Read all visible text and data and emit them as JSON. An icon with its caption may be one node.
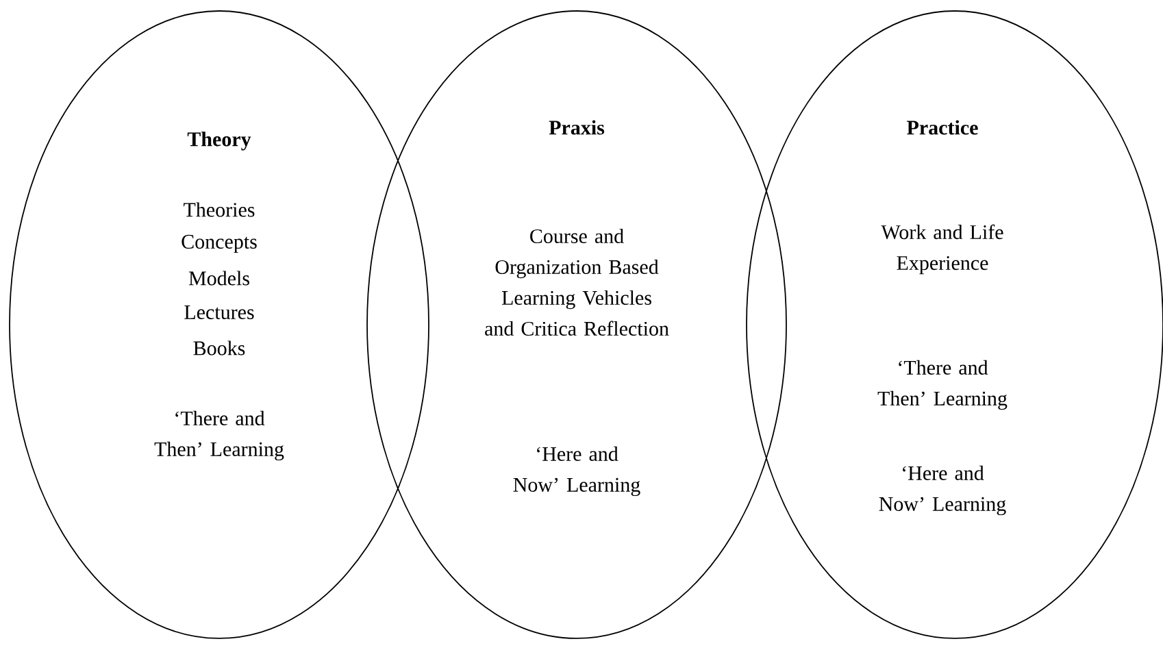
{
  "diagram": {
    "nodes": [
      {
        "text": [
          "Theory",
          "Theories",
          "Concepts",
          "Models",
          "Lectures",
          "Books",
          "‘There and Then’ Learning"
        ]
      },
      {
        "text": [
          "Praxis",
          "Course and Organization Based Learning Vehicles and Critica Reflection",
          "‘Here and Now’ Learning"
        ]
      },
      {
        "text": [
          "Practice",
          "Work and Life Experience",
          "‘There and Then’ Learning",
          "‘Here and Now’ Learning"
        ]
      }
    ]
  }
}
